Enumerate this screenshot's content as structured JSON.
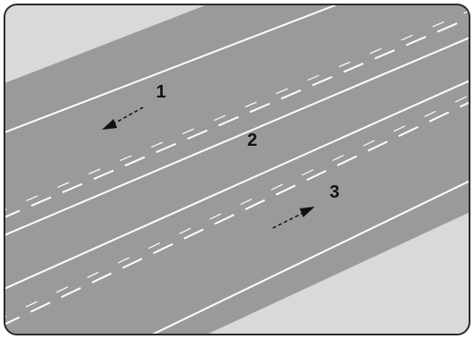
{
  "diagram": {
    "lane_labels": [
      {
        "id": "lane-1",
        "text": "1"
      },
      {
        "id": "lane-2",
        "text": "2"
      },
      {
        "id": "lane-3",
        "text": "3"
      }
    ],
    "colors": {
      "road": "#9a9a9a",
      "shoulder": "#d9d9d9",
      "marking": "#ffffff",
      "border": "#2b2b2b",
      "label": "#111111"
    }
  }
}
